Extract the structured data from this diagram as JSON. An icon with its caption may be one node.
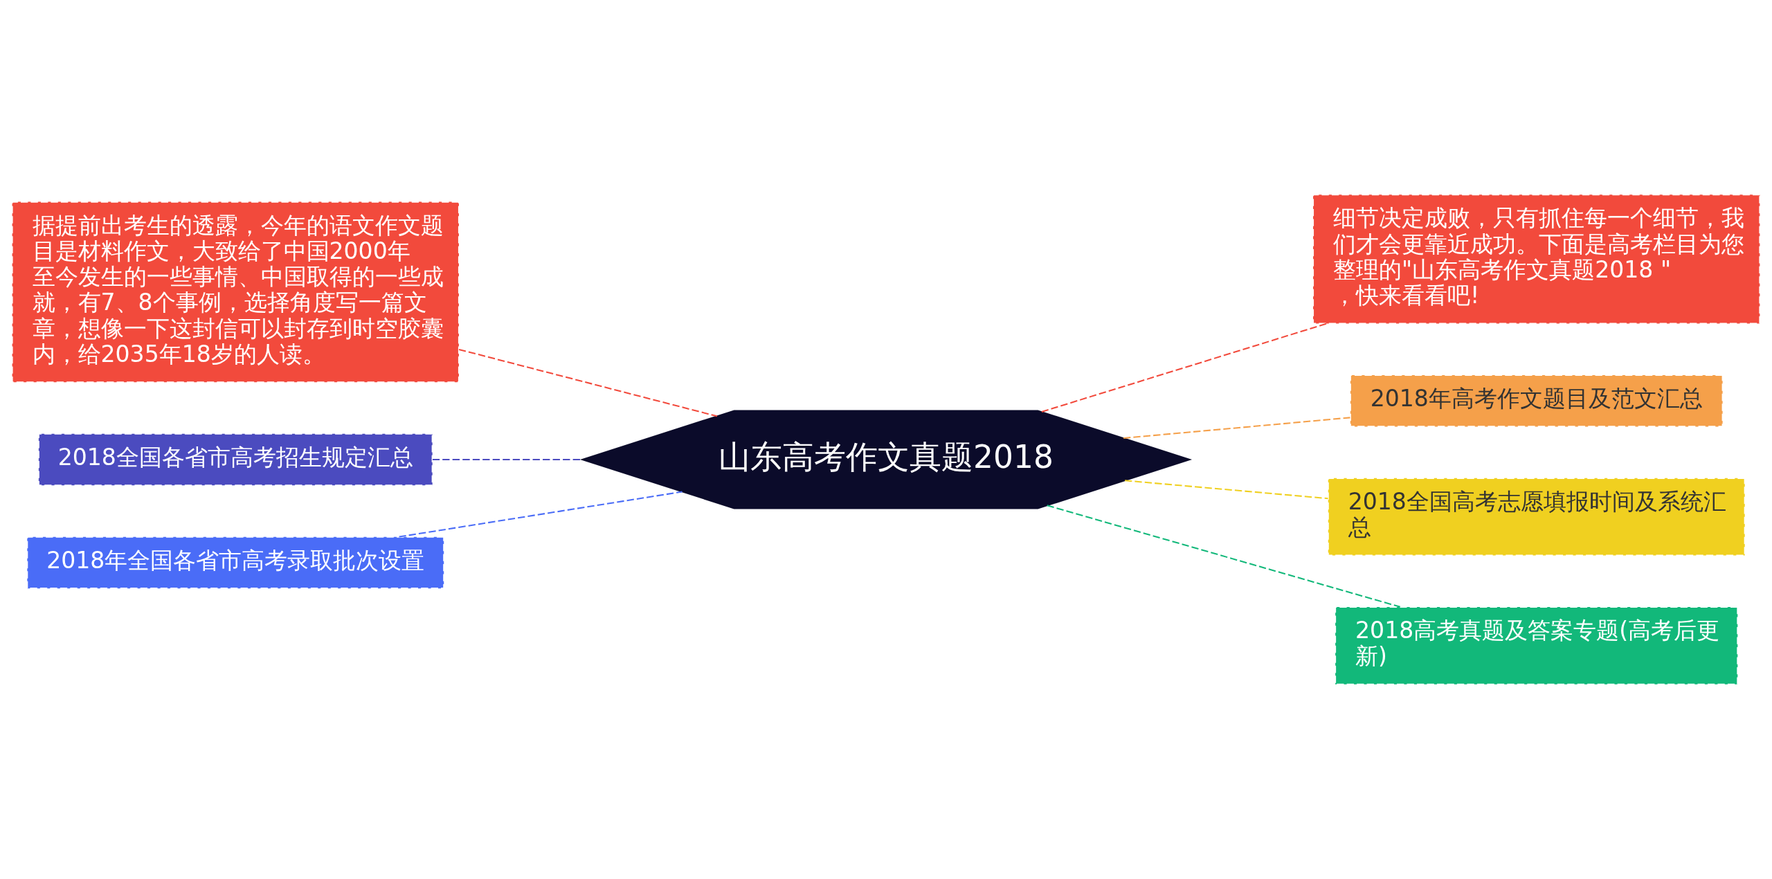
{
  "diagram": {
    "nodes": [
      {
        "text": [
          "山东高考作文真题2018"
        ]
      },
      {
        "text": [
          "据提前出考生的透露，今年的语文作文题目是材料作文，大致给了中国2000年至今发生的一些事情、中国取得的一些成就，有7、8个事例，选择角度写一篇文章，想像一下这封信可以封存到时空胶囊内，给2035年18岁的人读。"
        ]
      },
      {
        "text": [
          "2018全国各省市高考招生规定汇总"
        ]
      },
      {
        "text": [
          "2018年全国各省市高考录取批次设置"
        ]
      },
      {
        "text": [
          "细节决定成败，只有抓住每一个细节，我们才会更靠近成功。下面是高考栏目为您整理的\"山东高考作文真题2018 \"，快来看看吧!"
        ]
      },
      {
        "text": [
          "2018年高考作文题目及范文汇总"
        ]
      },
      {
        "text": [
          "2018全国高考志愿填报时间及系统汇总"
        ]
      },
      {
        "text": [
          "2018高考真题及答案专题(高考后更新)"
        ]
      }
    ],
    "edges": [
      {
        "from": 0,
        "to": 1,
        "arrow": "none",
        "style": "dashed",
        "color": "#f24a3c"
      },
      {
        "from": 0,
        "to": 2,
        "arrow": "none",
        "style": "dashed",
        "color": "#4b4bbf"
      },
      {
        "from": 0,
        "to": 3,
        "arrow": "none",
        "style": "dashed",
        "color": "#4a6cf7"
      },
      {
        "from": 0,
        "to": 4,
        "arrow": "none",
        "style": "dashed",
        "color": "#f24a3c"
      },
      {
        "from": 0,
        "to": 5,
        "arrow": "none",
        "style": "dashed",
        "color": "#f5a04a"
      },
      {
        "from": 0,
        "to": 6,
        "arrow": "none",
        "style": "dashed",
        "color": "#f0d020"
      },
      {
        "from": 0,
        "to": 7,
        "arrow": "none",
        "style": "dashed",
        "color": "#12b87a"
      }
    ]
  }
}
